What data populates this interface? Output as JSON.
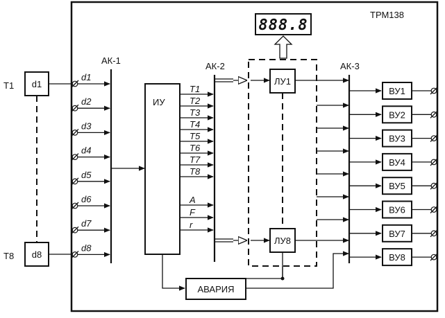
{
  "device_title": "ТРМ138",
  "display_value": "888.8",
  "sensors": {
    "first_label": "T1",
    "first_box": "d1",
    "last_label": "T8",
    "last_box": "d8"
  },
  "inputs": [
    "d1",
    "d2",
    "d3",
    "d4",
    "d5",
    "d6",
    "d7",
    "d8"
  ],
  "switches": {
    "ak1": "АК-1",
    "ak2": "АК-2",
    "ak3": "АК-3"
  },
  "iu": {
    "label": "ИУ",
    "outputs": [
      "T1",
      "T2",
      "T3",
      "T4",
      "T5",
      "T6",
      "T7",
      "T8"
    ],
    "extra": [
      "A",
      "F",
      "r"
    ]
  },
  "logic_units": {
    "first": "ЛУ1",
    "last": "ЛУ8"
  },
  "output_units": [
    "ВУ1",
    "ВУ2",
    "ВУ3",
    "ВУ4",
    "ВУ5",
    "ВУ6",
    "ВУ7",
    "ВУ8"
  ],
  "alarm": "АВАРИЯ"
}
